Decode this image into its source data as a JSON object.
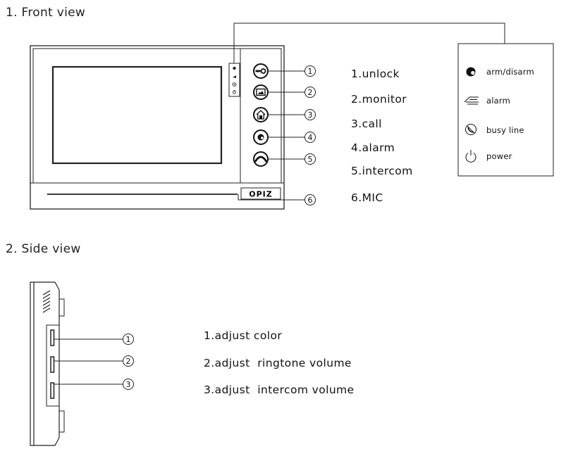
{
  "front_view": {
    "title": "1. Front view",
    "brand": "OPIZ",
    "callouts": [
      "1",
      "2",
      "3",
      "4",
      "5",
      "6"
    ],
    "labels": [
      "1.unlock",
      "2.monitor",
      "3.call",
      "4.alarm",
      "5.intercom",
      "6.MIC"
    ],
    "legend": {
      "items": [
        {
          "icon": "arm-disarm-icon",
          "label": "arm/disarm"
        },
        {
          "icon": "alarm-bell-icon",
          "label": "alarm"
        },
        {
          "icon": "busy-line-icon",
          "label": "busy line"
        },
        {
          "icon": "power-icon",
          "label": "power"
        }
      ]
    }
  },
  "side_view": {
    "title": "2. Side view",
    "callouts": [
      "1",
      "2",
      "3"
    ],
    "labels": [
      "1.adjust color",
      "2.adjust  ringtone volume",
      "3.adjust  intercom volume"
    ]
  }
}
